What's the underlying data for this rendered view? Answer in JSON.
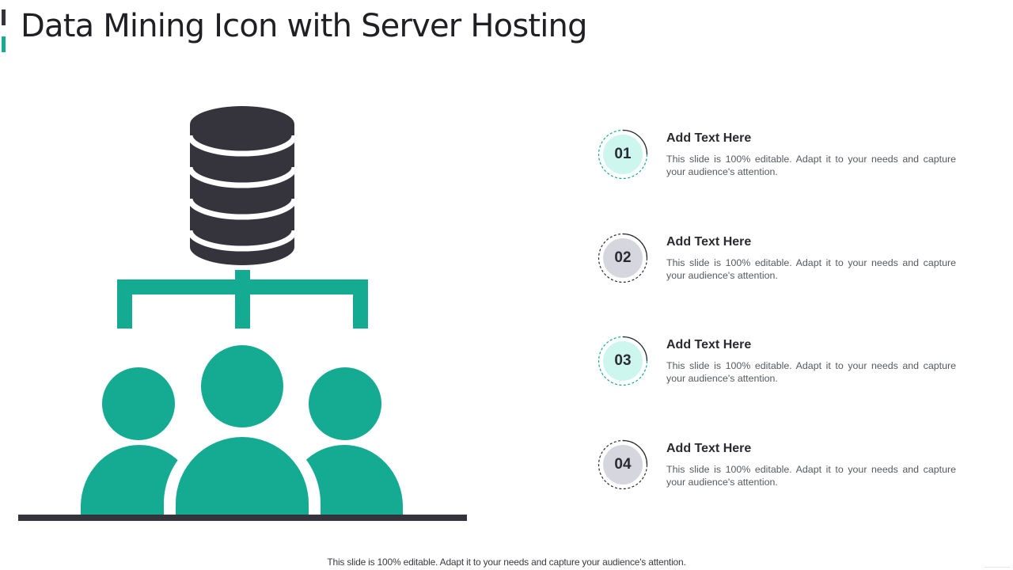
{
  "slide": {
    "title": "Data Mining Icon with Server Hosting",
    "footer_note": "This slide is 100% editable. Adapt it to your needs and capture your audience's attention."
  },
  "colors": {
    "accent_dark": "#35343c",
    "accent_teal": "#14ab92",
    "badge_fill_teal": "#cdf6ef",
    "badge_fill_gray": "#d6d6de",
    "text_dark": "#2a2a30",
    "text_body": "#555a60"
  },
  "illustration": {
    "icons": [
      "database-icon",
      "connector-icon",
      "people-group-icon"
    ]
  },
  "items": [
    {
      "number": "01",
      "heading": "Add Text Here",
      "body": "This slide is 100% editable. Adapt it to your needs and capture your audience's  attention.",
      "badge_color": "teal"
    },
    {
      "number": "02",
      "heading": "Add Text Here",
      "body": "This slide is 100% editable. Adapt it to your needs and capture your audience's  attention.",
      "badge_color": "gray"
    },
    {
      "number": "03",
      "heading": "Add Text Here",
      "body": "This slide is 100% editable. Adapt it to your needs and capture your audience's  attention.",
      "badge_color": "teal"
    },
    {
      "number": "04",
      "heading": "Add Text Here",
      "body": "This slide is 100% editable. Adapt it to your needs and capture your audience's  attention.",
      "badge_color": "gray"
    }
  ]
}
